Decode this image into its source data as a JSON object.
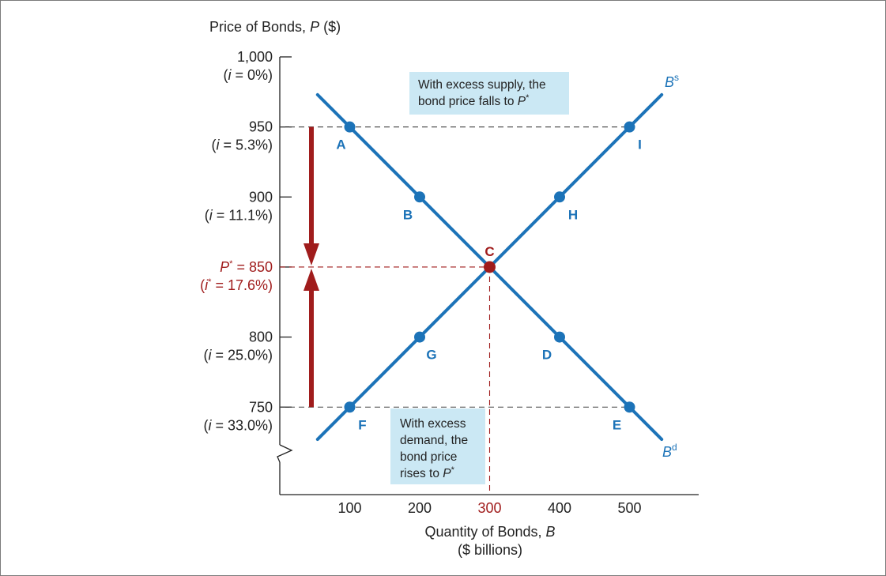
{
  "chart_data": {
    "type": "line",
    "ylabel": {
      "text": "Price of Bonds, ",
      "var": "P",
      "unit": " ($)"
    },
    "xlabel": {
      "text": "Quantity of Bonds, ",
      "var": "B",
      "line2": "($ billions)"
    },
    "x_ticks": [
      {
        "value": 100,
        "label": "100",
        "highlight": false
      },
      {
        "value": 200,
        "label": "200",
        "highlight": false
      },
      {
        "value": 300,
        "label": "300",
        "highlight": true
      },
      {
        "value": 400,
        "label": "400",
        "highlight": false
      },
      {
        "value": 500,
        "label": "500",
        "highlight": false
      }
    ],
    "y_ticks": [
      {
        "value": 1000,
        "label": "1,000",
        "rate_pre": "(",
        "rate_var": "i",
        "rate_val": " = 0%)",
        "highlight": false
      },
      {
        "value": 950,
        "label": "950",
        "rate_pre": "(",
        "rate_var": "i",
        "rate_val": " = 5.3%)",
        "highlight": false
      },
      {
        "value": 900,
        "label": "900",
        "rate_pre": "(",
        "rate_var": "i",
        "rate_val": " = 11.1%)",
        "highlight": false
      },
      {
        "value": 850,
        "label": "= 850",
        "label_var": "P",
        "label_star": "*",
        "rate_pre": "(",
        "rate_var": "i",
        "rate_star": "*",
        "rate_val": " = 17.6%)",
        "highlight": true
      },
      {
        "value": 800,
        "label": "800",
        "rate_pre": "(",
        "rate_var": "i",
        "rate_val": " = 25.0%)",
        "highlight": false
      },
      {
        "value": 750,
        "label": "750",
        "rate_pre": "(",
        "rate_var": "i",
        "rate_val": " = 33.0%)",
        "highlight": false
      }
    ],
    "xlim": [
      0,
      600
    ],
    "ylim": [
      700,
      1000
    ],
    "series": [
      {
        "name": "B",
        "name_sup": "d",
        "points": [
          {
            "label": "A",
            "x": 100,
            "y": 950
          },
          {
            "label": "B",
            "x": 200,
            "y": 900
          },
          {
            "label": "C",
            "x": 300,
            "y": 850
          },
          {
            "label": "D",
            "x": 400,
            "y": 800
          },
          {
            "label": "E",
            "x": 500,
            "y": 750
          }
        ]
      },
      {
        "name": "B",
        "name_sup": "s",
        "points": [
          {
            "label": "F",
            "x": 100,
            "y": 750
          },
          {
            "label": "G",
            "x": 200,
            "y": 800
          },
          {
            "label": "C",
            "x": 300,
            "y": 850
          },
          {
            "label": "H",
            "x": 400,
            "y": 900
          },
          {
            "label": "I",
            "x": 500,
            "y": 950
          }
        ]
      }
    ],
    "equilibrium": {
      "label": "C",
      "x": 300,
      "y": 850
    },
    "annotations": {
      "excess_supply": [
        "With excess supply, the",
        "bond price falls to P*"
      ],
      "excess_demand": [
        "With excess",
        "demand, the",
        "bond price",
        "rises to P*"
      ]
    },
    "colors": {
      "curve": "#1c73b8",
      "point": "#1c73b8",
      "equilibrium": "#a01c1c",
      "arrow": "#a01c1c",
      "box": "#cbe8f4",
      "axis": "#222222",
      "dash": "#444444"
    }
  }
}
